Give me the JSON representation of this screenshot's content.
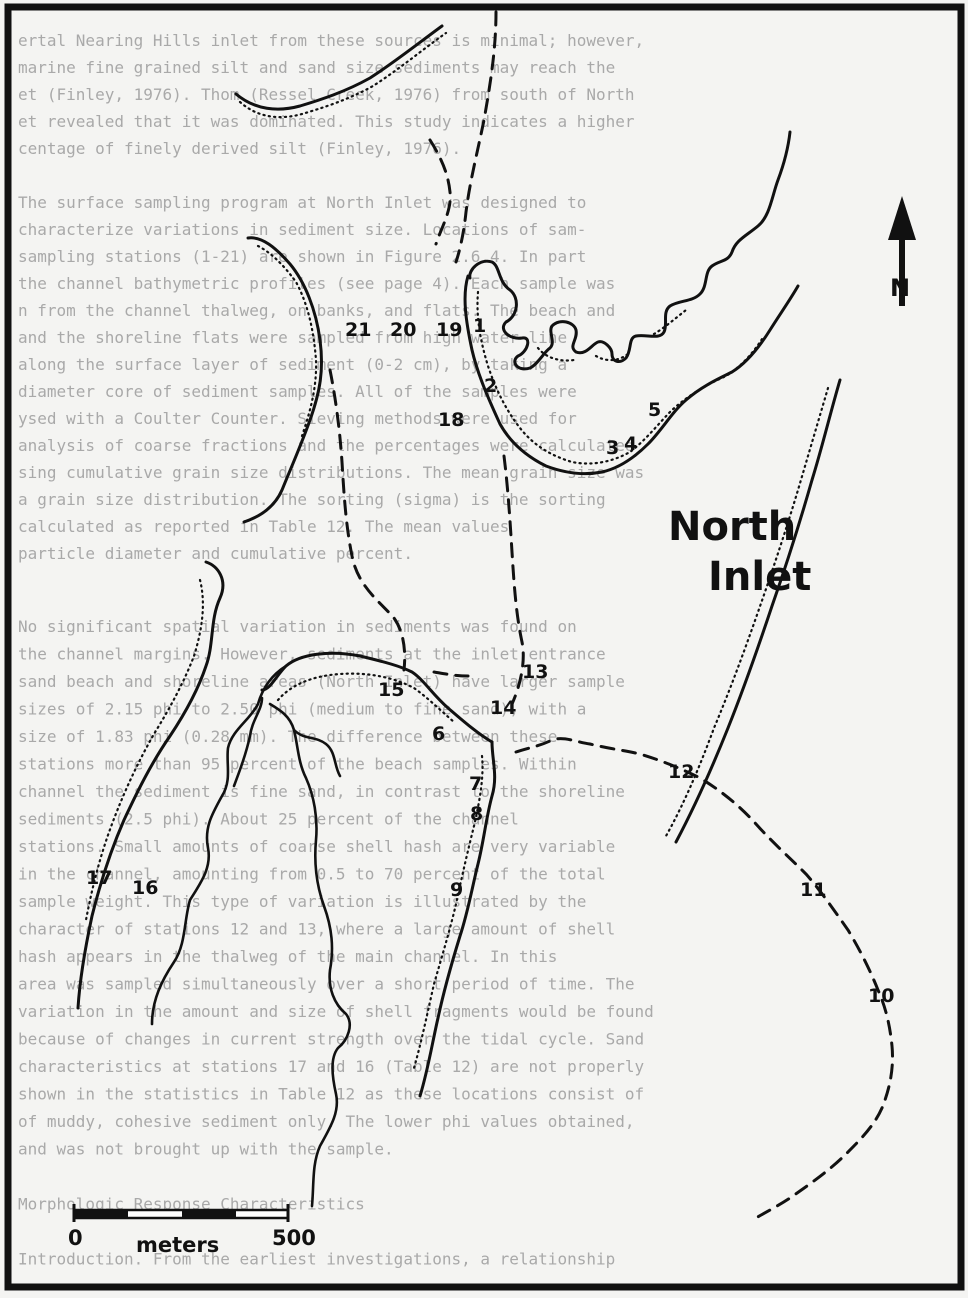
{
  "map": {
    "title_line1": "North",
    "title_line2": "Inlet",
    "north_label": "N",
    "scale": {
      "start": "0",
      "unit": "meters",
      "end": "500"
    },
    "stations": [
      "1",
      "2",
      "3",
      "4",
      "5",
      "6",
      "7",
      "8",
      "9",
      "10",
      "11",
      "12",
      "13",
      "14",
      "15",
      "16",
      "17",
      "18",
      "19",
      "20",
      "21"
    ]
  },
  "background_text": {
    "top": [
      "ertal Nearing Hills inlet from these sources is minimal; however,",
      "marine fine grained silt and sand size sediments may reach the",
      "et (Finley, 1976). Thom (Ressel Creek, 1976) from south of North",
      "et revealed that it was dominated. This study indicates a higher",
      "centage of finely derived silt (Finley, 1976).",
      "",
      "  The surface sampling program at North Inlet was designed to",
      "characterize variations in sediment size. Locations of sam-",
      "sampling stations (1-21) are shown in Figure 2.6.4. In part",
      "the channel bathymetric profiles (see page 4). Each sample was",
      "n from the channel thalweg, on banks, and flats. The beach and",
      "and the shoreline flats were sampled from high water line",
      "along the surface layer of sediment (0-2 cm), by taking a",
      "diameter core of sediment samples. All of the samples were",
      "ysed with a Coulter Counter. Sieving methods were used for",
      "analysis of coarse fractions and the percentages were calculated",
      "sing cumulative grain size distributions. The mean grain size was",
      "a grain size distribution. The sorting (sigma) is the sorting",
      "calculated as reported in Table 12. The mean values",
      "particle diameter and cumulative percent."
    ],
    "bottom": [
      "  No significant spatial variation in sediments was found on",
      "the channel margins. However, sediments at the inlet entrance",
      "sand beach and shoreline areas (North Inlet) have larger sample",
      "sizes of 2.15 phi to 2.50 phi (medium to fine sand), with a",
      "size of 1.83 phi (0.28 mm). The difference between these",
      "stations more than 95 percent of the beach samples. Within",
      "channel the sediment is fine sand, in contrast to the shoreline",
      "sediments (2.5 phi). About 25 percent of the channel",
      "stations. Small amounts of coarse shell hash are very variable",
      "in the channel, amounting from 0.5 to 70 percent of the total",
      "sample weight. This type of variation is illustrated by the",
      "character of stations 12 and 13, where a large amount of shell",
      "hash appears in the thalweg of the main channel. In this",
      "area was sampled simultaneously over a short period of time. The",
      "variation in the amount and size of shell fragments would be found",
      "because of changes in current strength over the tidal cycle. Sand",
      "characteristics at stations 17 and 16 (Table 12) are not properly",
      "shown in the statistics in Table 12 as these locations consist of",
      "of muddy, cohesive sediment only. The lower phi values obtained,",
      "and was not brought up with the sample.",
      "",
      "Morphologic Response Characteristics",
      "",
      "  Introduction. From the earliest investigations, a relationship"
    ]
  }
}
